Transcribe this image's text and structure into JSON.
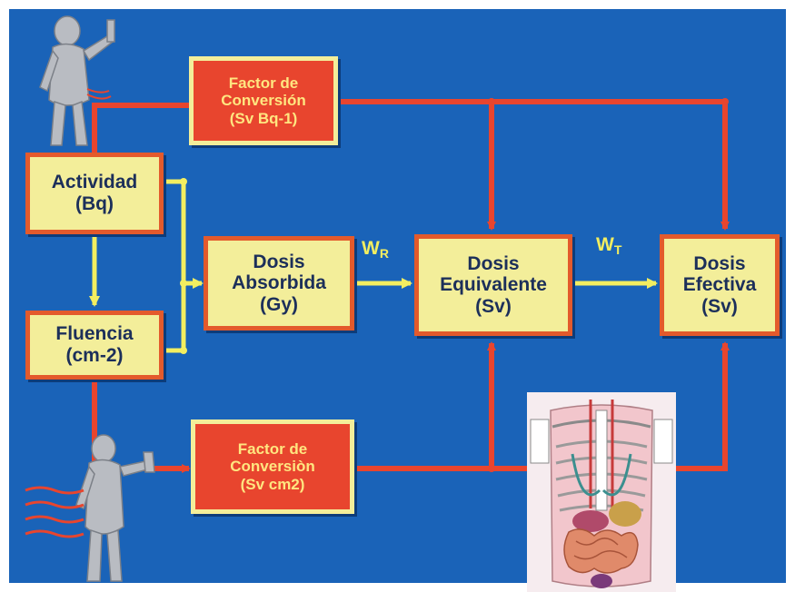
{
  "colors": {
    "background": "#1a63b8",
    "box_fill": "#f3ee9a",
    "box_border": "#e35a2c",
    "conversion_fill": "#e8452e",
    "red_line": "#e8452e",
    "yellow_line": "#f3ee60"
  },
  "boxes": {
    "actividad": {
      "line1": "Actividad",
      "line2": "(Bq)"
    },
    "fluencia": {
      "line1": "Fluencia",
      "line2": "(cm-2)"
    },
    "absorbida": {
      "line1": "Dosis",
      "line2": "Absorbida",
      "line3": "(Gy)"
    },
    "equivalente": {
      "line1": "Dosis",
      "line2": "Equivalente",
      "line3": "(Sv)"
    },
    "efectiva": {
      "line1": "Dosis",
      "line2": "Efectiva",
      "line3": "(Sv)"
    },
    "conv_top": {
      "line1": "Factor de",
      "line2": "Conversión",
      "line3": "(Sv Bq-1)"
    },
    "conv_bottom": {
      "line1": "Factor de",
      "line2": "Conversiòn",
      "line3": "(Sv cm2)"
    }
  },
  "weights": {
    "wr": {
      "main": "W",
      "sub": "R"
    },
    "wt": {
      "main": "W",
      "sub": "T"
    }
  },
  "icons": {
    "person_top": "person-figure-icon",
    "person_bottom": "irradiated-person-icon",
    "anatomy": "torso-anatomy-icon"
  }
}
